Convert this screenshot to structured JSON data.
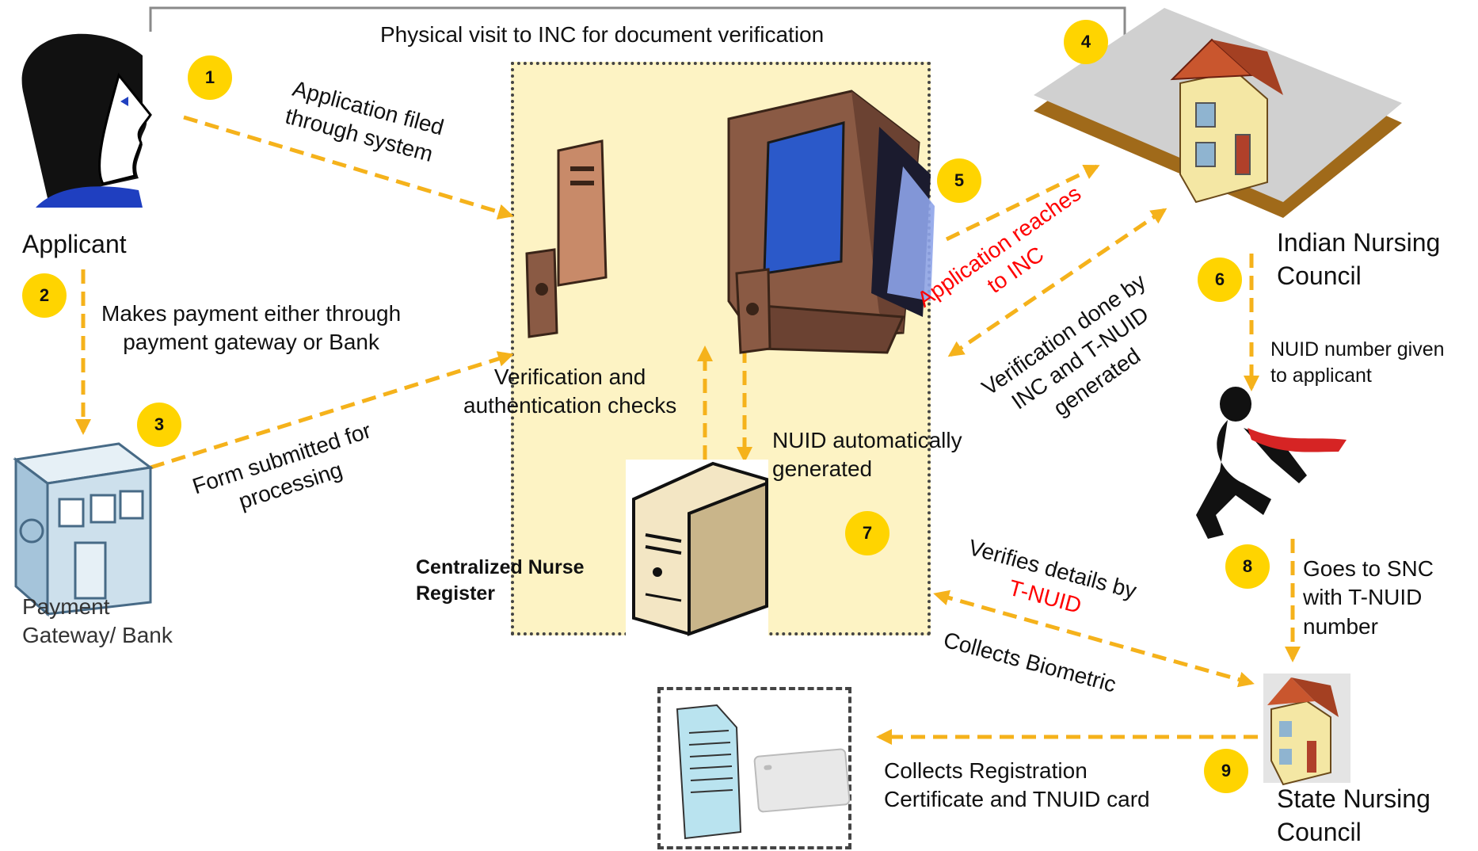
{
  "top_flow_label": "Physical visit to INC for document verification",
  "actors": {
    "applicant": "Applicant",
    "payment_gateway_line1": "Payment",
    "payment_gateway_line2": "Gateway/ Bank",
    "inc_line1": "Indian Nursing",
    "inc_line2": "Council",
    "snc_line1": "State Nursing",
    "snc_line2": "Council",
    "central_register_line1": "Centralized Nurse",
    "central_register_line2": "Register"
  },
  "steps": {
    "s1": "1",
    "s2": "2",
    "s3": "3",
    "s4": "4",
    "s5": "5",
    "s6": "6",
    "s7": "7",
    "s8": "8",
    "s9": "9"
  },
  "labels": {
    "filed_line1": "Application filed",
    "filed_line2": "through system",
    "payment_line1": "Makes payment either through",
    "payment_line2": "payment gateway or Bank",
    "form_line1": "Form submitted for",
    "form_line2": "processing",
    "checks_line1": "Verification and",
    "checks_line2": "authentication checks",
    "nuid_auto_line1": "NUID automatically",
    "nuid_auto_line2": "generated",
    "reaches_line1": "Application reaches",
    "reaches_line2": "to INC",
    "verification_line1": "Verification done by",
    "verification_line2": "INC and T-NUID",
    "verification_line3": "generated",
    "nuid_given_line1": "NUID number given",
    "nuid_given_line2": "to applicant",
    "goes_snc_line1": "Goes to SNC",
    "goes_snc_line2": "with T-NUID",
    "goes_snc_line3": "number",
    "verifies_line1": "Verifies details by",
    "verifies_line2": "T-NUID",
    "biometric": "Collects Biometric",
    "collects_line1": "Collects Registration",
    "collects_line2": "Certificate and TNUID card"
  },
  "colors": {
    "arrow": "#f5b21b",
    "badge": "#ffd400",
    "highlight_box": "#fdf3c4",
    "red_text": "#ff0000"
  },
  "icons": [
    "applicant-head-icon",
    "bank-building-icon",
    "computer-icon",
    "server-icon",
    "inc-building-icon",
    "runner-icon",
    "snc-building-icon",
    "certificate-icon",
    "id-card-icon"
  ]
}
